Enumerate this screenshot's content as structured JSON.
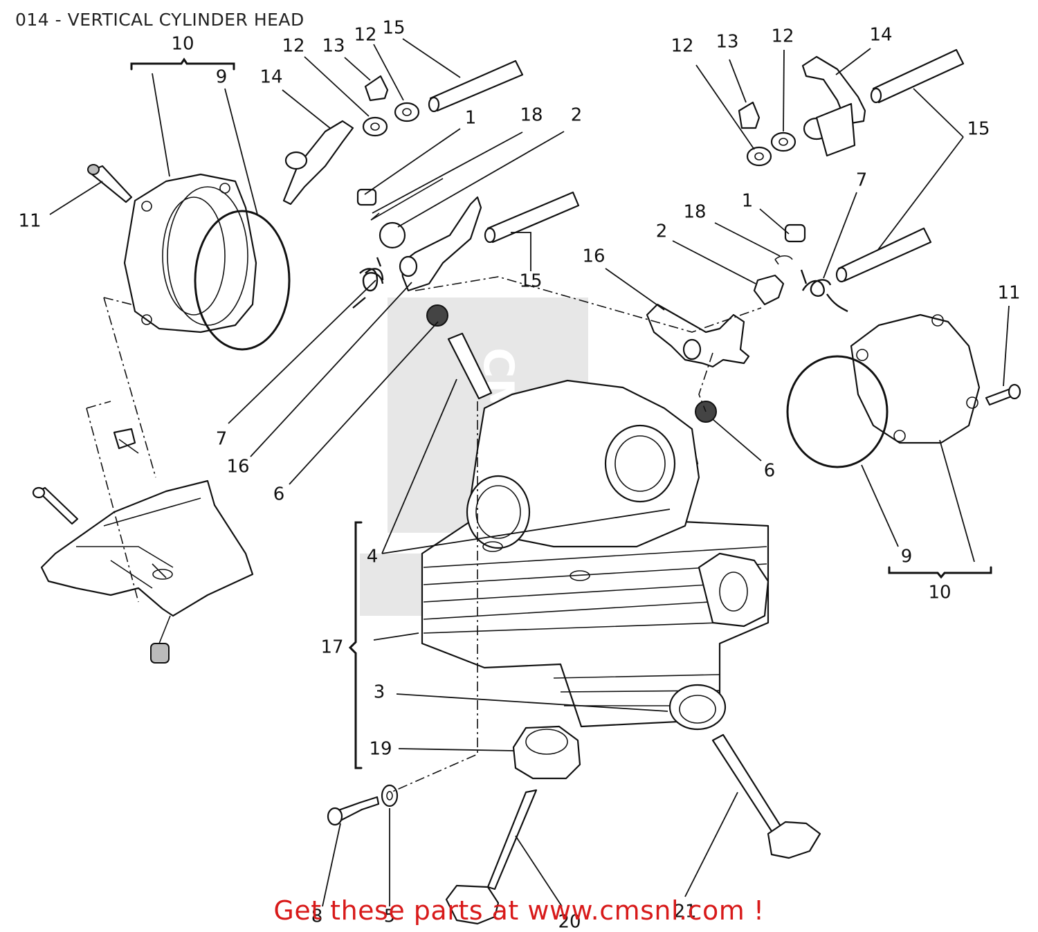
{
  "title": "014 - VERTICAL CYLINDER HEAD",
  "promo_text": "Get these parts at www.cmsnl.com !",
  "promo_color": "#d81a1a",
  "watermark": "CMSNL",
  "callouts": {
    "c10_left": "10",
    "c9_left": "9",
    "c11_left": "11",
    "c14_left": "14",
    "c12_left_a": "12",
    "c13_left": "13",
    "c12_left_b": "12",
    "c15_left_top": "15",
    "c1_left": "1",
    "c18_left": "18",
    "c2_left": "2",
    "c15_left_mid": "15",
    "c7_left": "7",
    "c16_left": "16",
    "c6_left": "6",
    "c12_right_a": "12",
    "c13_right": "13",
    "c12_right_b": "12",
    "c14_right": "14",
    "c15_right": "15",
    "c7_right": "7",
    "c18_right": "18",
    "c1_right": "1",
    "c2_right": "2",
    "c16_right": "16",
    "c11_right": "11",
    "c6_right": "6",
    "c9_right": "9",
    "c10_right": "10",
    "c4": "4",
    "c17": "17",
    "c3": "3",
    "c19": "19",
    "c8": "8",
    "c5": "5",
    "c20": "20",
    "c21": "21"
  }
}
